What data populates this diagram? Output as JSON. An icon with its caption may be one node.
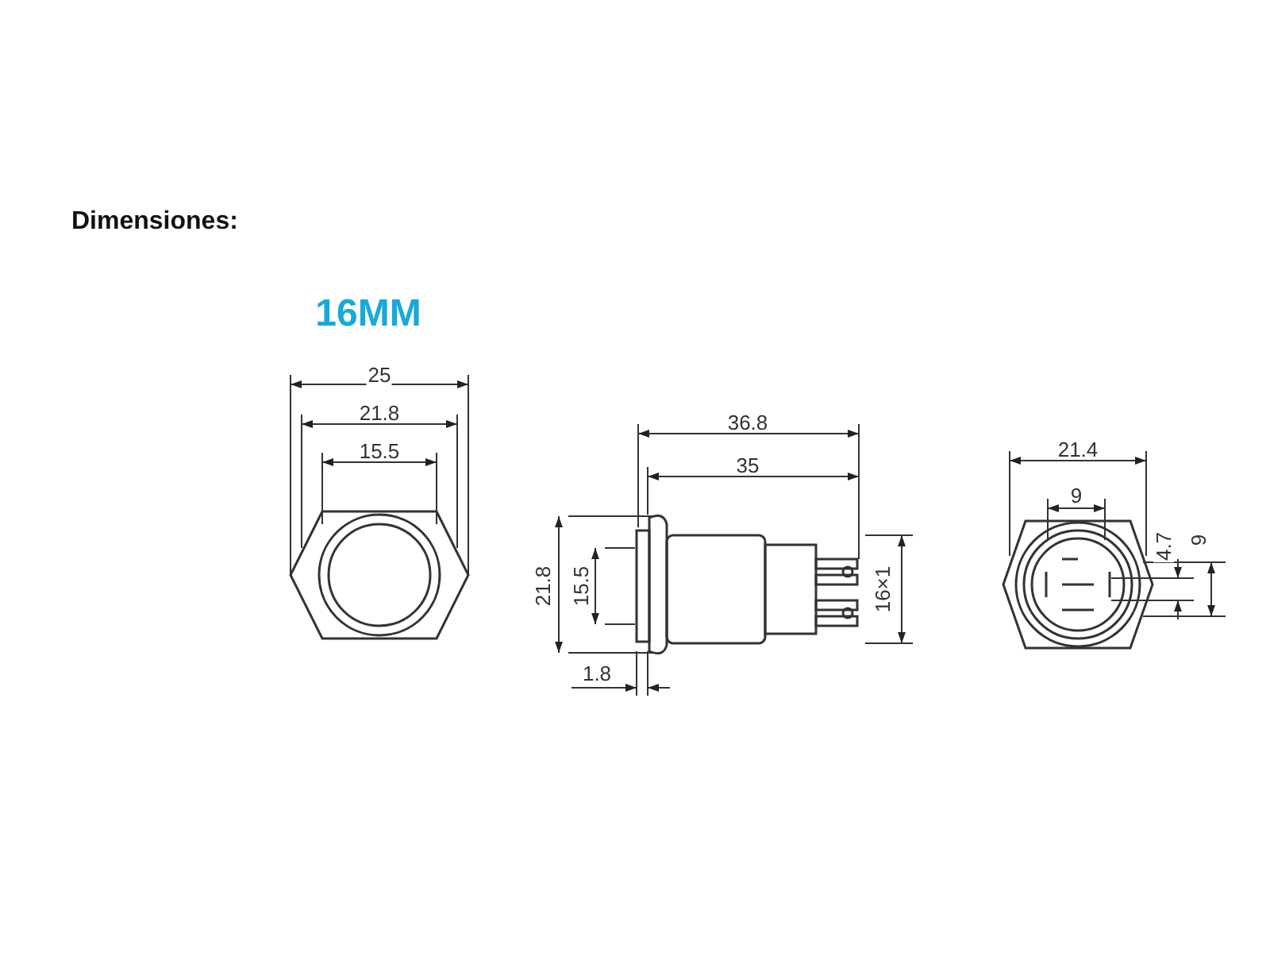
{
  "diagram": {
    "title": "Dimensiones:",
    "labels": [
      "16MM",
      "25",
      "21.8",
      "15.5",
      "36.8",
      "35",
      "21.4",
      "9",
      "4.7",
      "9",
      "21.8",
      "15.5",
      "16×1",
      "1.8"
    ]
  }
}
